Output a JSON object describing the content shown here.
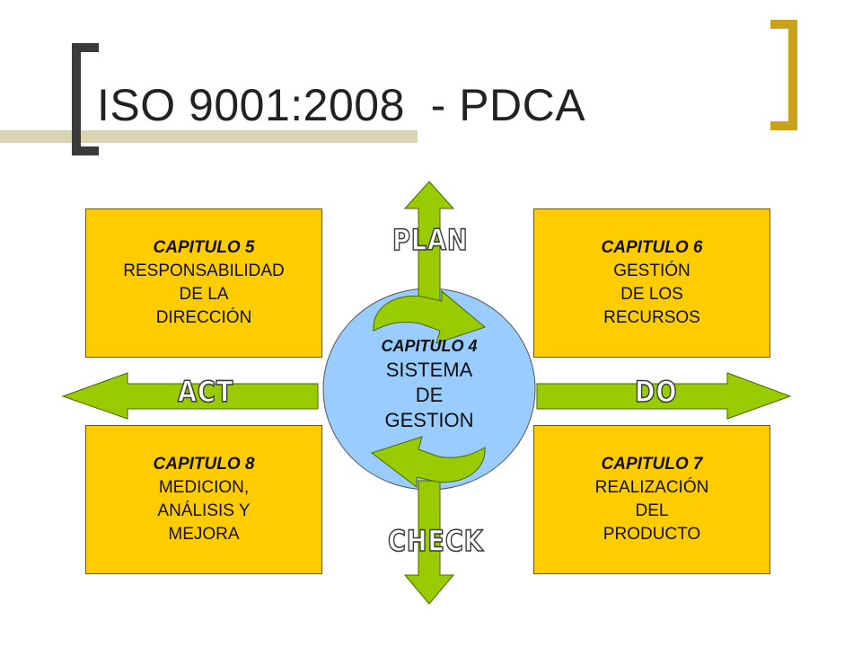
{
  "title": "ISO 9001:2008  - PDCA",
  "colors": {
    "box": "#ffcc00",
    "arrow": "#99cc00",
    "circle": "#99ccff",
    "accent": "#c9a21a"
  },
  "boxes": {
    "c5": {
      "chapter": "CAPITULO 5",
      "lines": [
        "RESPONSABILIDAD",
        "DE LA",
        "DIRECCIÓN"
      ]
    },
    "c6": {
      "chapter": "CAPITULO 6",
      "lines": [
        "GESTIÓN",
        "DE LOS",
        "RECURSOS"
      ]
    },
    "c8": {
      "chapter": "CAPITULO 8",
      "lines": [
        "MEDICION,",
        "ANÁLISIS Y",
        "MEJORA"
      ]
    },
    "c7": {
      "chapter": "CAPITULO 7",
      "lines": [
        "REALIZACIÓN",
        "DEL",
        "PRODUCTO"
      ]
    }
  },
  "center": {
    "chapter": "CAPITULO 4",
    "lines": [
      "SISTEMA",
      "DE",
      "GESTION"
    ]
  },
  "phases": {
    "plan": "PLAN",
    "do": "DO",
    "check": "CHECK",
    "act": "ACT"
  }
}
